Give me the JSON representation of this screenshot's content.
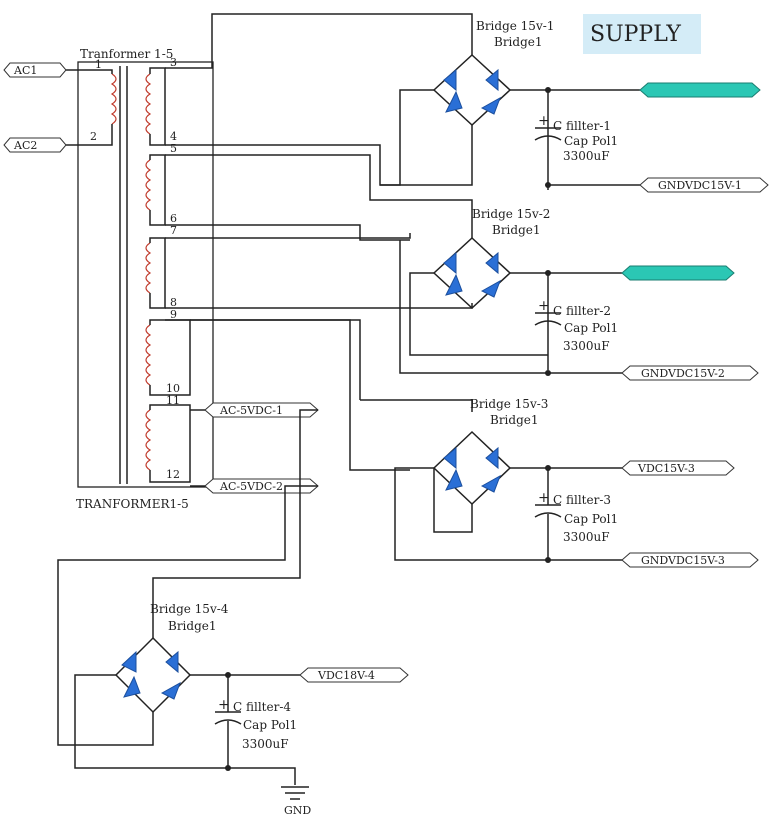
{
  "title": "SUPPLY",
  "transformer": {
    "top_label": "Tranformer 1-5",
    "bottom_label": "TRANFORMER1-5",
    "pins": [
      "1",
      "2",
      "3",
      "4",
      "5",
      "6",
      "7",
      "8",
      "9",
      "10",
      "11",
      "12"
    ]
  },
  "ports": {
    "ac1": "AC1",
    "ac2": "AC2",
    "gnd1": "GNDVDC15V-1",
    "gnd2": "GNDVDC15V-2",
    "vdc3": "VDC15V-3",
    "gnd3": "GNDVDC15V-3",
    "ac5_1": "AC-5VDC-1",
    "ac5_2": "AC-5VDC-2",
    "vdc18": "VDC18V-4"
  },
  "bridges": [
    {
      "name": "Bridge 15v-1",
      "part": "Bridge1"
    },
    {
      "name": "Bridge 15v-2",
      "part": "Bridge1"
    },
    {
      "name": "Bridge 15v-3",
      "part": "Bridge1"
    },
    {
      "name": "Bridge 15v-4",
      "part": "Bridge1"
    }
  ],
  "capacitors": [
    {
      "name": "C fillter-1",
      "part": "Cap Pol1",
      "value": "3300uF"
    },
    {
      "name": "C fillter-2",
      "part": "Cap Pol1",
      "value": "3300uF"
    },
    {
      "name": "C fillter-3",
      "part": "Cap Pol1",
      "value": "3300uF"
    },
    {
      "name": "C fillter-4",
      "part": "Cap Pol1",
      "value": "3300uF"
    }
  ],
  "gnd_label": "GND",
  "colors": {
    "diode": "#2a6fd6",
    "coil": "#c0392b",
    "highlight_port": "#2bc7b4",
    "title_bg": "#d4ecf7"
  }
}
